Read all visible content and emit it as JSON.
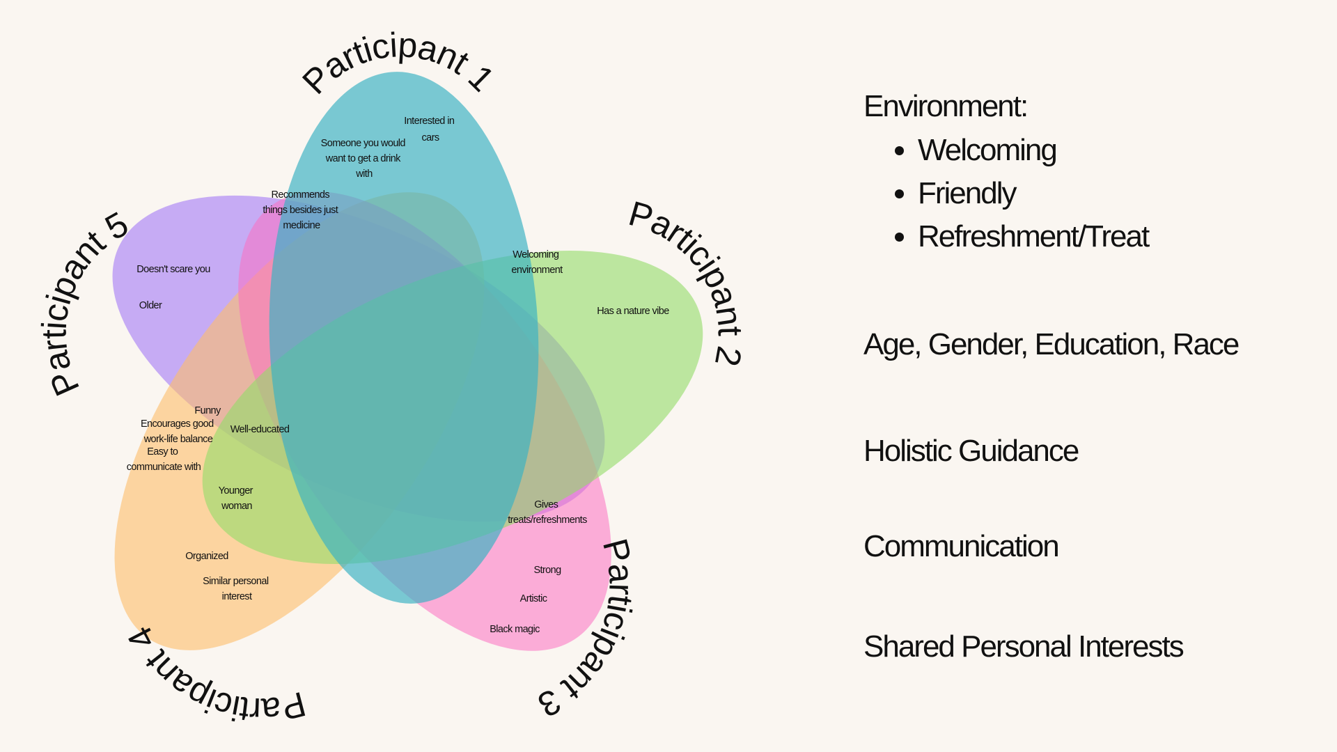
{
  "colors": {
    "background": "#faf6f1",
    "participant_1": "#3bb3c3",
    "participant_2": "#92dc69",
    "participant_3": "#fb6fc1",
    "participant_4": "#fdbe6a",
    "participant_5": "#9b6df5"
  },
  "participants": {
    "p1": "Participant 1",
    "p2": "Participant 2",
    "p3": "Participant 3",
    "p4": "Participant 4",
    "p5": "Participant 5"
  },
  "notes": {
    "interested_cars": [
      "Interested in",
      "cars"
    ],
    "drink": [
      "Someone you would",
      "want to get a drink",
      "with"
    ],
    "recommends": [
      "Recommends",
      "things besides just",
      "medicine"
    ],
    "welcoming_env": [
      "Welcoming",
      "environment"
    ],
    "nature_vibe": [
      "Has a nature vibe"
    ],
    "doesnt_scare": [
      "Doesn't scare you"
    ],
    "older": [
      "Older"
    ],
    "funny": [
      "Funny"
    ],
    "work_life": [
      "Encourages good",
      "work-life balance"
    ],
    "easy_comm": [
      "Easy to",
      "communicate with"
    ],
    "well_educated": [
      "Well-educated"
    ],
    "younger_woman": [
      "Younger",
      "woman"
    ],
    "gives_treats": [
      "Gives",
      "treats/refreshments"
    ],
    "strong": [
      "Strong"
    ],
    "artistic": [
      "Artistic"
    ],
    "black_magic": [
      "Black magic"
    ],
    "organized": [
      "Organized"
    ],
    "similar_interest": [
      "Similar personal",
      "interest"
    ]
  },
  "themes": {
    "environment": {
      "heading": "Environment:",
      "items": [
        "Welcoming",
        "Friendly",
        "Refreshment/Treat"
      ]
    },
    "demographics": "Age, Gender, Education, Race",
    "holistic": "Holistic Guidance",
    "communication": "Communication",
    "shared_interests": "Shared Personal Interests"
  }
}
